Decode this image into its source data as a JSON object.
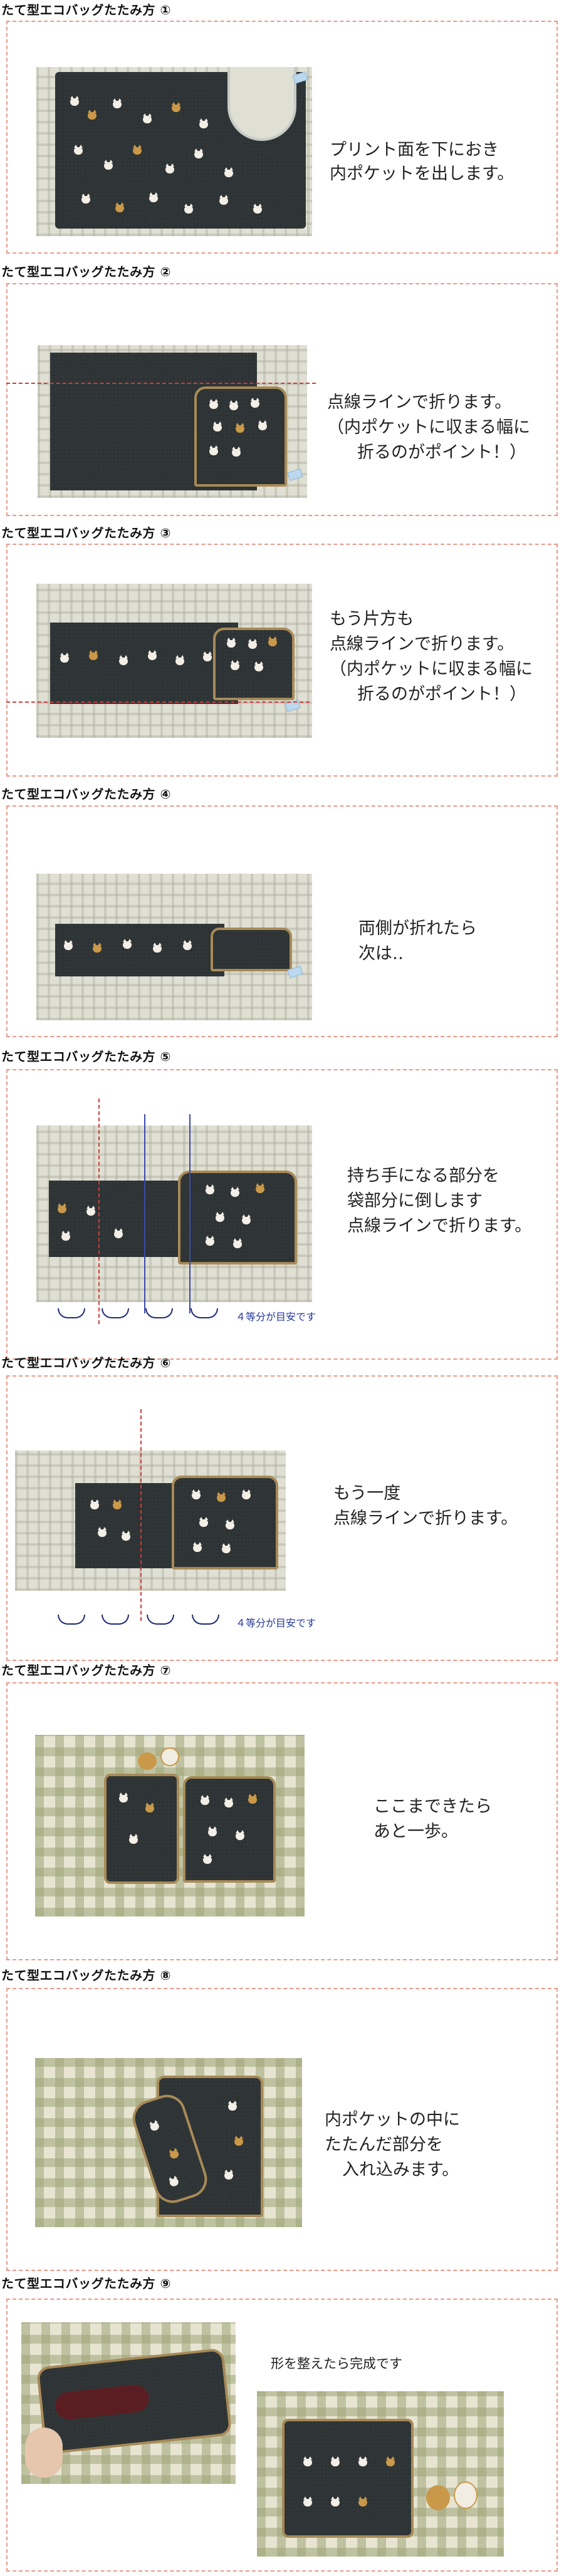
{
  "sections": [
    {
      "title": "たて型エコバッグたたみ方 ①",
      "text": [
        "プリント面を下におき",
        "内ポケットを出します。"
      ]
    },
    {
      "title": "たて型エコバッグたたみ方 ②",
      "text": [
        "点線ラインで折ります。",
        "（内ポケットに収まる幅に",
        "折るのがポイント！）"
      ]
    },
    {
      "title": "たて型エコバッグたたみ方 ③",
      "text": [
        "もう片方も",
        "点線ラインで折ります。",
        "（内ポケットに収まる幅に",
        "折るのがポイント！）"
      ]
    },
    {
      "title": "たて型エコバッグたたみ方 ④",
      "text": [
        "両側が折れたら",
        "次は‥"
      ]
    },
    {
      "title": "たて型エコバッグたたみ方 ⑤",
      "text": [
        "持ち手になる部分を",
        "袋部分に倒します",
        "点線ラインで折ります。"
      ],
      "note": "４等分が目安です"
    },
    {
      "title": "たて型エコバッグたたみ方 ⑥",
      "text": [
        "もう一度",
        "点線ラインで折ります。"
      ],
      "note": "４等分が目安です"
    },
    {
      "title": "たて型エコバッグたたみ方 ⑦",
      "text": [
        "ここまできたら",
        "あと一歩。"
      ]
    },
    {
      "title": "たて型エコバッグたたみ方 ⑧",
      "text": [
        "内ポケットの中に",
        "たたんだ部分を",
        "入れ込みます。"
      ]
    },
    {
      "title": "たて型エコバッグたたみ方 ⑨",
      "text": [
        "形を整えたら完成です"
      ]
    }
  ],
  "colors": {
    "box_border": "#e89a8a",
    "bag": "#2e3435",
    "trim": "#a88a57",
    "fold_line": "#d23b3b",
    "guide_line": "#3b4aa8",
    "note_text": "#26399a"
  }
}
